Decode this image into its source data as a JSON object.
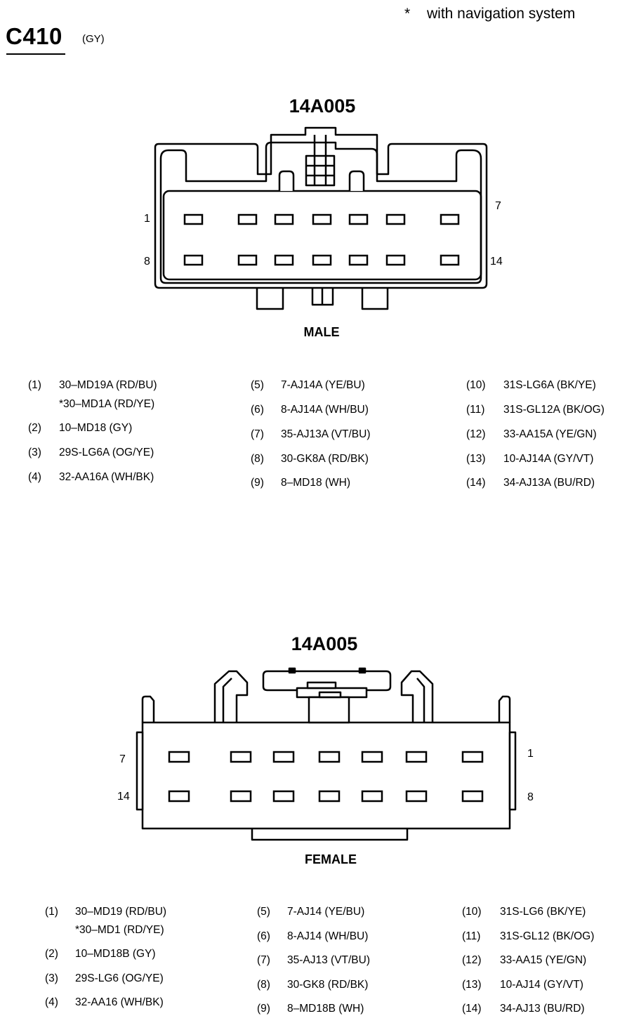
{
  "header": {
    "note_star": "*",
    "note_text": "with navigation system",
    "connector_id": "C410",
    "connector_color": "(GY)"
  },
  "male": {
    "part_number": "14A005",
    "gender_label": "MALE",
    "pin_labels": {
      "top_left": "1",
      "bottom_left": "8",
      "top_right": "7",
      "bottom_right": "14"
    },
    "wires": [
      {
        "pin": "(1)",
        "circuit": "30–MD19A (RD/BU)",
        "alt": "*30–MD1A (RD/YE)"
      },
      {
        "pin": "(2)",
        "circuit": "10–MD18 (GY)"
      },
      {
        "pin": "(3)",
        "circuit": "29S-LG6A (OG/YE)"
      },
      {
        "pin": "(4)",
        "circuit": "32-AA16A (WH/BK)"
      },
      {
        "pin": "(5)",
        "circuit": "7-AJ14A (YE/BU)"
      },
      {
        "pin": "(6)",
        "circuit": "8-AJ14A (WH/BU)"
      },
      {
        "pin": "(7)",
        "circuit": "35-AJ13A (VT/BU)"
      },
      {
        "pin": "(8)",
        "circuit": "30-GK8A (RD/BK)"
      },
      {
        "pin": "(9)",
        "circuit": "8–MD18 (WH)"
      },
      {
        "pin": "(10)",
        "circuit": "31S-LG6A (BK/YE)"
      },
      {
        "pin": "(11)",
        "circuit": "31S-GL12A (BK/OG)"
      },
      {
        "pin": "(12)",
        "circuit": "33-AA15A (YE/GN)"
      },
      {
        "pin": "(13)",
        "circuit": "10-AJ14A (GY/VT)"
      },
      {
        "pin": "(14)",
        "circuit": "34-AJ13A (BU/RD)"
      }
    ]
  },
  "female": {
    "part_number": "14A005",
    "gender_label": "FEMALE",
    "pin_labels": {
      "top_left": "7",
      "bottom_left": "14",
      "top_right": "1",
      "bottom_right": "8"
    },
    "wires": [
      {
        "pin": "(1)",
        "circuit": "30–MD19 (RD/BU)",
        "alt": "*30–MD1 (RD/YE)"
      },
      {
        "pin": "(2)",
        "circuit": "10–MD18B (GY)"
      },
      {
        "pin": "(3)",
        "circuit": "29S-LG6 (OG/YE)"
      },
      {
        "pin": "(4)",
        "circuit": "32-AA16 (WH/BK)"
      },
      {
        "pin": "(5)",
        "circuit": "7-AJ14 (YE/BU)"
      },
      {
        "pin": "(6)",
        "circuit": "8-AJ14 (WH/BU)"
      },
      {
        "pin": "(7)",
        "circuit": "35-AJ13 (VT/BU)"
      },
      {
        "pin": "(8)",
        "circuit": "30-GK8 (RD/BK)"
      },
      {
        "pin": "(9)",
        "circuit": "8–MD18B (WH)"
      },
      {
        "pin": "(10)",
        "circuit": "31S-LG6 (BK/YE)"
      },
      {
        "pin": "(11)",
        "circuit": "31S-GL12 (BK/OG)"
      },
      {
        "pin": "(12)",
        "circuit": "33-AA15 (YE/GN)"
      },
      {
        "pin": "(13)",
        "circuit": "10-AJ14 (GY/VT)"
      },
      {
        "pin": "(14)",
        "circuit": "34-AJ13 (BU/RD)"
      }
    ]
  }
}
